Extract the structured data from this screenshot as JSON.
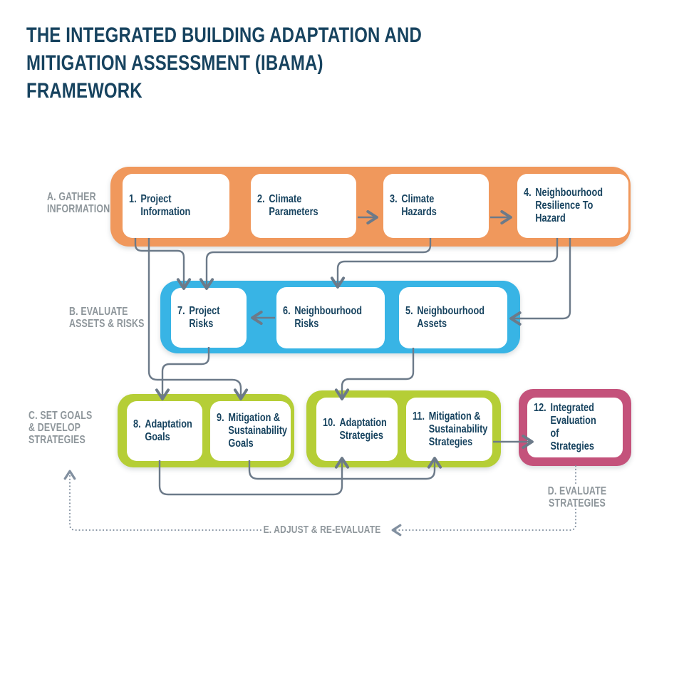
{
  "title": "THE INTEGRATED BUILDING ADAPTATION AND\nMITIGATION ASSESSMENT (IBAMA) FRAMEWORK",
  "section_labels": {
    "a": "A. GATHER\nINFORMATION",
    "b": "B. EVALUATE\nASSETS & RISKS",
    "c": "C. SET GOALS\n& DEVELOP\nSTRATEGIES",
    "d": "D. EVALUATE\nSTRATEGIES",
    "e": "E. ADJUST & RE-EVALUATE"
  },
  "boxes": {
    "b1": {
      "num": "1.",
      "label": "Project\nInformation"
    },
    "b2": {
      "num": "2.",
      "label": "Climate\nParameters"
    },
    "b3": {
      "num": "3.",
      "label": "Climate\nHazards"
    },
    "b4": {
      "num": "4.",
      "label": "Neighbourhood\nResilience To\nHazard"
    },
    "b5": {
      "num": "5.",
      "label": "Neighbourhood\nAssets"
    },
    "b6": {
      "num": "6.",
      "label": "Neighbourhood\nRisks"
    },
    "b7": {
      "num": "7.",
      "label": "Project\nRisks"
    },
    "b8": {
      "num": "8.",
      "label": "Adaptation\nGoals"
    },
    "b9": {
      "num": "9.",
      "label": "Mitigation &\nSustainability\nGoals"
    },
    "b10": {
      "num": "10.",
      "label": "Adaptation\nStrategies"
    },
    "b11": {
      "num": "11.",
      "label": "Mitigation &\nSustainability\nStrategies"
    },
    "b12": {
      "num": "12.",
      "label": "Integrated\nEvaluation of\nStrategies"
    }
  },
  "connections": [
    "2 -> 3",
    "3 -> 4",
    "1 -> 7",
    "3 -> 7",
    "4 -> 6",
    "4 -> 5",
    "6 -> 7",
    "7 -> 8",
    "1 -> 9",
    "5 -> 10",
    "8 -> 10",
    "9 -> 11",
    "11 -> 12",
    "12 -> D (dotted)",
    "D -> E -> C (dotted loop)"
  ],
  "colors": {
    "gather_orange": "#F0985C",
    "evaluate_blue": "#38B4E5",
    "goals_green": "#B5CE36",
    "integrated_magenta": "#C4527B",
    "box_text_navy": "#17435F",
    "section_label_gray": "#8E969B",
    "connector_gray": "#6C7A89",
    "dotted_gray": "#8290A0"
  }
}
